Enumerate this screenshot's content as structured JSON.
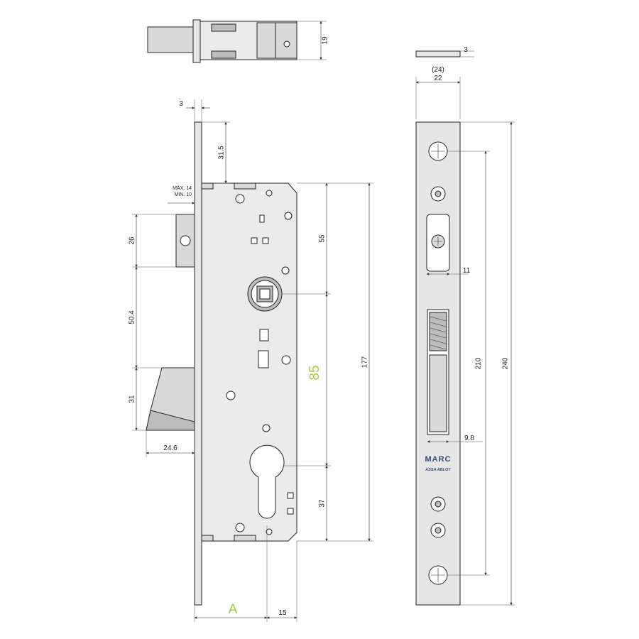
{
  "diagram": {
    "accent_color": "#a8c93a",
    "brand_color": "#3a4a6e",
    "top_view": {
      "height_label": "19"
    },
    "side_view": {
      "plate_thickness_label": "3",
      "top_to_body_label": "31.5",
      "bolt_range_label_max": "MÁX. 14",
      "bolt_range_label_min": "MIN. 10",
      "bolt_height_label": "26",
      "bolt_to_latch_label": "50.4",
      "latch_height_label": "31",
      "latch_throw_label": "24.6",
      "upper_spacing_label": "55",
      "center_distance_label": "85",
      "body_height_label": "177",
      "lower_spacing_label": "37",
      "backset_label": "A",
      "cylinder_offset_label": "15"
    },
    "faceplate": {
      "thickness_label": "3",
      "width_alt_label": "(24)",
      "width_label": "22",
      "bolt_cutout_label": "11",
      "latch_cutout_label": "9.8",
      "screw_distance_label": "210",
      "total_length_label": "240",
      "brand_name": "MARC",
      "brand_sub": "ASSA ABLOY"
    }
  }
}
